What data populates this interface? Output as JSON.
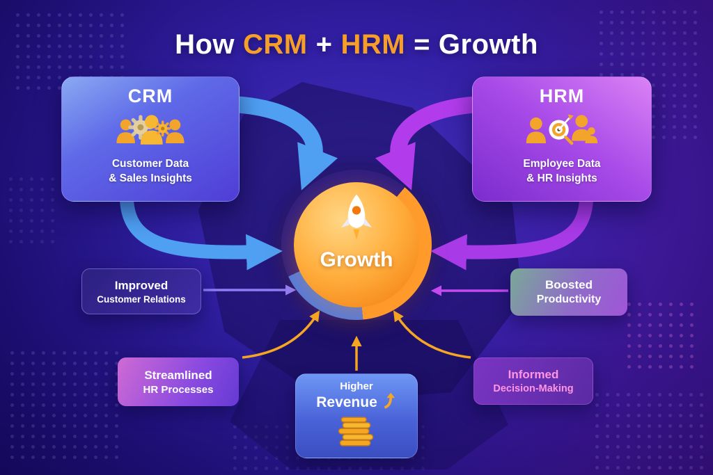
{
  "title": {
    "how": "How",
    "crm": "CRM",
    "plus": "+",
    "hrm": "HRM",
    "equals": "=",
    "growth": "Growth"
  },
  "cards": {
    "crm": {
      "title": "CRM",
      "icon": "people-gears-icon",
      "line1": "Customer Data",
      "line2": "& Sales Insights"
    },
    "hrm": {
      "title": "HRM",
      "icon": "people-target-icon",
      "line1": "Employee Data",
      "line2": "& HR Insights"
    }
  },
  "center": {
    "icon": "rocket-icon",
    "label": "Growth"
  },
  "benefits": {
    "improved_customer_relations": {
      "line1": "Improved",
      "line2": "Customer Relations"
    },
    "boosted_productivity": {
      "line1": "Boosted",
      "line2": "Productivity"
    },
    "streamlined_hr_processes": {
      "line1": "Streamlined",
      "line2": "HR Processes"
    },
    "informed_decision_making": {
      "line1": "Informed",
      "line2": "Decision-Making"
    },
    "higher_revenue": {
      "line1": "Higher",
      "line2": "Revenue",
      "icon": "coins-icon",
      "arrow_icon": "up-arrow-icon"
    }
  },
  "colors": {
    "background_indigo": "#2f1da0",
    "accent_orange": "#f59e2a",
    "crm_blue": "#4f9ff2",
    "hrm_magenta": "#b23cec",
    "growth_orange": "#ff9d2e",
    "informed_pink": "#ff96e2"
  }
}
